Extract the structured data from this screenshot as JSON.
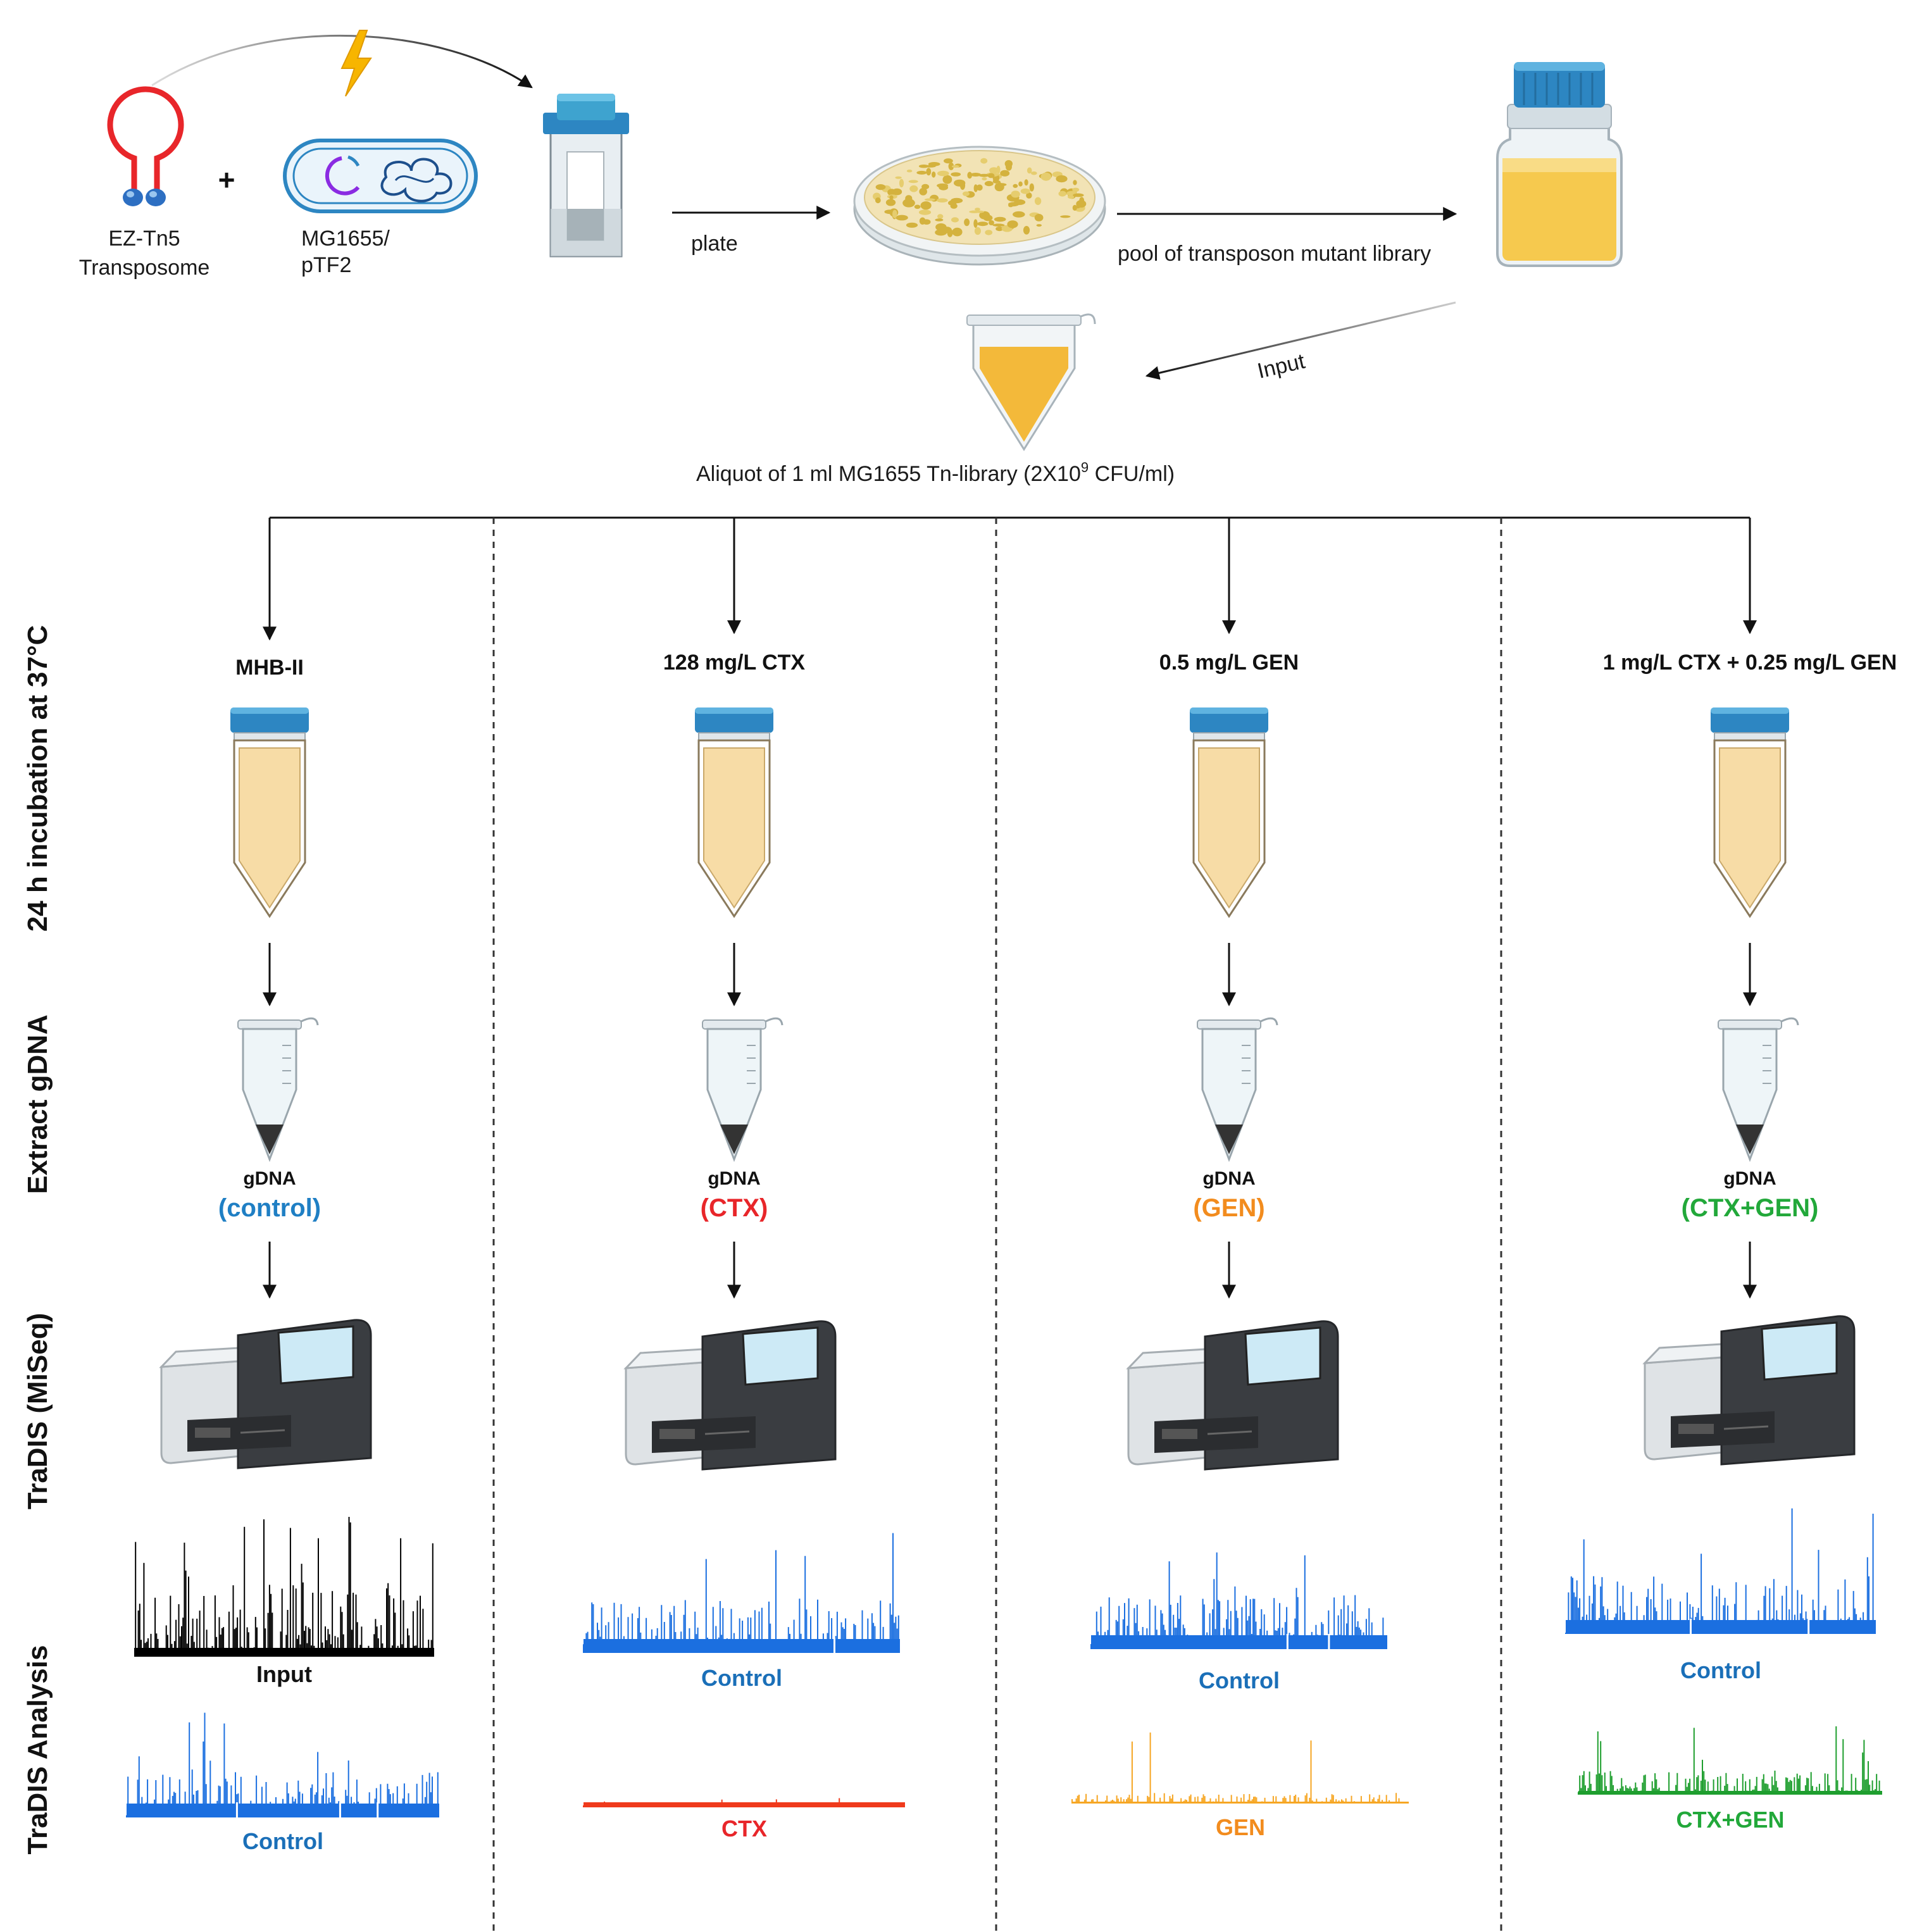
{
  "top": {
    "transposome_line1": "EZ-Tn5",
    "transposome_line2": "Transposome",
    "plus": "+",
    "strain_line1": "MG1655/",
    "strain_line2": "pTF2",
    "plate_label": "plate",
    "pool_label": "pool of transposon mutant library",
    "input_label": "Input",
    "aliquot_pre": "Aliquot of 1 ml MG1655 Tn-library (2X10",
    "aliquot_sup": "9",
    "aliquot_post": " CFU/ml)"
  },
  "side_labels": {
    "incubation": "24 h incubation at 37°C",
    "extract": "Extract gDNA",
    "tradis": "TraDIS (MiSeq)",
    "analysis": "TraDIS Analysis"
  },
  "gdna_label": "gDNA",
  "columns": [
    {
      "condition": "MHB-II",
      "sample": "(control)",
      "sample_color": "#1f7fc4",
      "trace1_label": "Input",
      "trace1_color": "#000000",
      "trace1_label_color": "#111111",
      "trace2_label": "Control",
      "trace2_color": "#1b6fe0",
      "trace2_label_color": "#1a6fb8"
    },
    {
      "condition": "128 mg/L CTX",
      "sample": "(CTX)",
      "sample_color": "#e8262a",
      "trace1_label": "Control",
      "trace1_color": "#1b6fe0",
      "trace1_label_color": "#1a6fb8",
      "trace2_label": "CTX",
      "trace2_color": "#f03a1c",
      "trace2_label_color": "#e8262a"
    },
    {
      "condition": "0.5 mg/L GEN",
      "sample": "(GEN)",
      "sample_color": "#f28c1e",
      "trace1_label": "Control",
      "trace1_color": "#1b6fe0",
      "trace1_label_color": "#1a6fb8",
      "trace2_label": "GEN",
      "trace2_color": "#f6a623",
      "trace2_label_color": "#f28c1e"
    },
    {
      "condition": "1 mg/L  CTX + 0.25 mg/L  GEN",
      "sample": "(CTX+GEN)",
      "sample_color": "#22a83a",
      "trace1_label": "Control",
      "trace1_color": "#1b6fe0",
      "trace1_label_color": "#1a6fb8",
      "trace2_label": "CTX+GEN",
      "trace2_color": "#1e9e2e",
      "trace2_label_color": "#22a83a"
    }
  ],
  "colors": {
    "tube_cap": "#2d86c2",
    "tube_fill": "#f7dca6",
    "liquid": "#f2c55a",
    "bolt": "#f7b500",
    "transposome": "#e8262a"
  },
  "icons": [
    "lightning-icon",
    "transposome-icon",
    "bacterium-icon",
    "cuvette-icon",
    "petri-dish-icon",
    "bottle-icon",
    "tube-icon",
    "sequencer-icon"
  ]
}
